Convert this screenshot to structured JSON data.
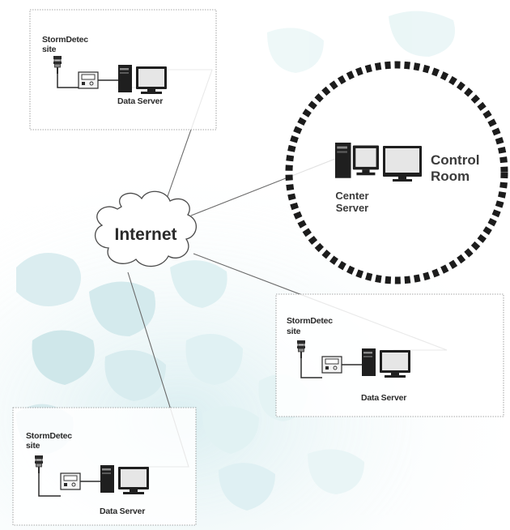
{
  "internet": {
    "label": "Internet"
  },
  "control_room": {
    "title_line1": "Control",
    "title_line2": "Room",
    "server_line1": "Center",
    "server_line2": "Server"
  },
  "sites": [
    {
      "site_line1": "StormDetec",
      "site_line2": "site",
      "server_label": "Data Server"
    },
    {
      "site_line1": "StormDetec",
      "site_line2": "site",
      "server_label": "Data Server"
    },
    {
      "site_line1": "StormDetec",
      "site_line2": "site",
      "server_label": "Data Server"
    }
  ],
  "colors": {
    "line": "#6a6a6a",
    "box_border": "#8a8a8a",
    "ring": "#1c1c1c",
    "background_tiles": "#bfe0e4",
    "screen": "#dcdcdc",
    "case": "#1f1f1f"
  }
}
